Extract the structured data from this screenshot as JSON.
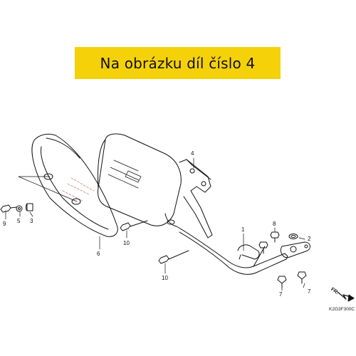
{
  "banner": {
    "text": "Na obrázku díl číslo 4",
    "color": "#f5d10a"
  },
  "labels": {
    "p1": "1",
    "p2": "2",
    "p3": "3",
    "p4": "4",
    "p5": "5",
    "p6": "6",
    "p7a": "7",
    "p7b": "7",
    "p8": "8",
    "p9": "9",
    "p10a": "10",
    "p10b": "10"
  },
  "direction": "FR.",
  "diagram_code": "K2G3F300C"
}
